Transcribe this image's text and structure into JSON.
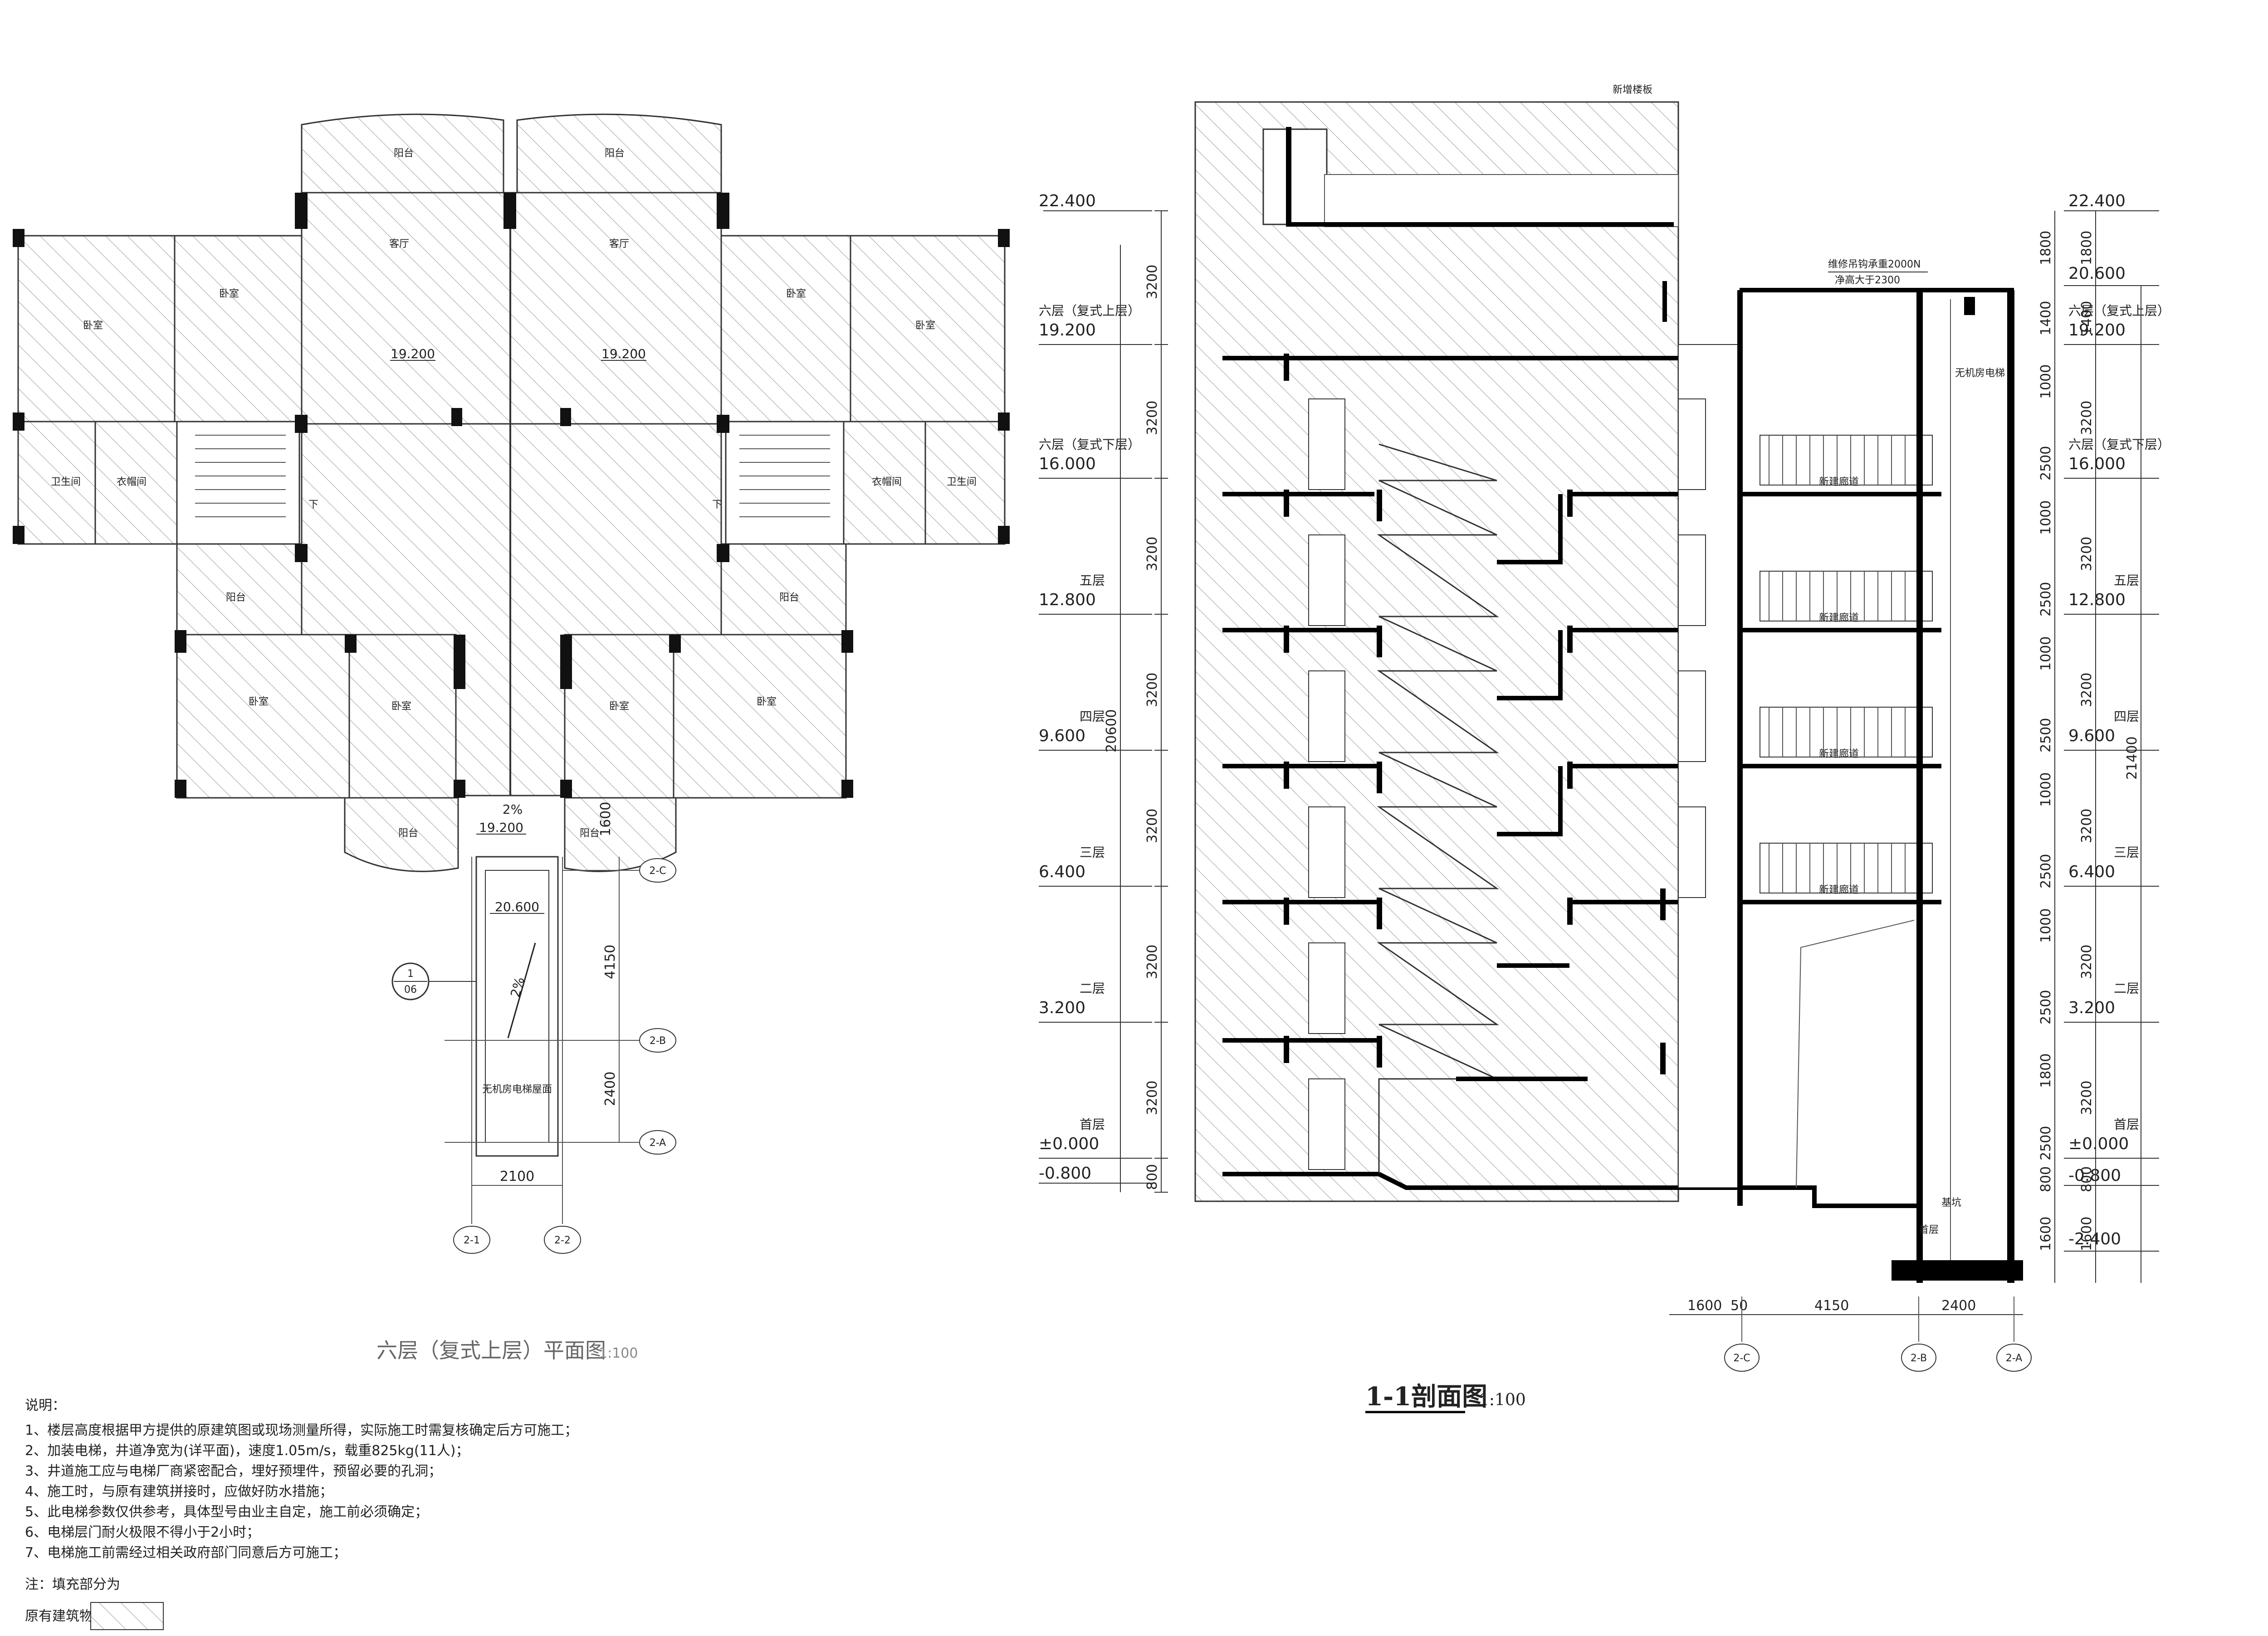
{
  "plan": {
    "title": "六层（复式上层）平面图",
    "scale": "1:100",
    "rooms": {
      "balcony": "阳台",
      "living": "客厅",
      "bedroom": "卧室",
      "bath": "卫生间",
      "closet": "衣帽间"
    },
    "elev": "19.200",
    "elev_roof": "20.600",
    "slope": "2%",
    "down": "下",
    "shaft_roof": "无机房电梯屋面",
    "ref_num": "1",
    "ref_sheet": "06",
    "dims": {
      "d1": "1600",
      "d2": "4150",
      "d3": "2400",
      "d4": "2100"
    },
    "axes": {
      "c": "2-C",
      "b": "2-B",
      "a": "2-A",
      "n1": "2-1",
      "n2": "2-2"
    }
  },
  "section": {
    "title": "1-1剖面图",
    "scale": "1:100",
    "new_slab": "新增楼板",
    "machine_load": "维修吊钩承重2000N",
    "clear_height": "净高大于2300",
    "machineless": "无机房电梯",
    "new_corridor": "新建廊道",
    "pit": "基坑",
    "pit2": "首层",
    "levels": [
      {
        "label": "",
        "value": "22.400"
      },
      {
        "label": "六层（复式上层）",
        "value": "19.200"
      },
      {
        "label": "六层（复式下层）",
        "value": "16.000"
      },
      {
        "label": "五层",
        "value": "12.800"
      },
      {
        "label": "四层",
        "value": "9.600"
      },
      {
        "label": "三层",
        "value": "6.400"
      },
      {
        "label": "二层",
        "value": "3.200"
      },
      {
        "label": "首层",
        "value": "±0.000"
      },
      {
        "label": "",
        "value": "-0.800"
      }
    ],
    "right_levels": [
      {
        "label": "",
        "value": "22.400"
      },
      {
        "label": "",
        "value": "20.600"
      },
      {
        "label": "六层（复式上层）",
        "value": "19.200"
      },
      {
        "label": "六层（复式下层）",
        "value": "16.000"
      },
      {
        "label": "五层",
        "value": "12.800"
      },
      {
        "label": "四层",
        "value": "9.600"
      },
      {
        "label": "三层",
        "value": "6.400"
      },
      {
        "label": "二层",
        "value": "3.200"
      },
      {
        "label": "首层",
        "value": "±0.000"
      },
      {
        "label": "",
        "value": "-0.800"
      },
      {
        "label": "",
        "value": "-2.400"
      }
    ],
    "left_dims": [
      "3200",
      "3200",
      "3200",
      "3200",
      "3200",
      "3200",
      "3200",
      "800"
    ],
    "left_total": "20600",
    "right_dims1": [
      "1800",
      "1400",
      "1000",
      "2500",
      "1000",
      "2500",
      "1000",
      "2500",
      "1000",
      "2500",
      "1000",
      "2500",
      "1800",
      "2500",
      "800",
      "1600"
    ],
    "right_dims2": [
      "1800",
      "1400",
      "3200",
      "3200",
      "3200",
      "3200",
      "3200",
      "3200",
      "800",
      "1600"
    ],
    "right_total": "21400",
    "bottom_dims": [
      "1600",
      "50",
      "4150",
      "2400"
    ],
    "axes": {
      "c": "2-C",
      "b": "2-B",
      "a": "2-A"
    }
  },
  "notes": {
    "heading": "说明：",
    "items": [
      "1、楼层高度根据甲方提供的原建筑图或现场测量所得，实际施工时需复核确定后方可施工；",
      "2、加装电梯，井道净宽为(详平面)，速度1.05m/s，载重825kg(11人)；",
      "3、井道施工应与电梯厂商紧密配合，埋好预埋件，预留必要的孔洞；",
      "4、施工时，与原有建筑拼接时，应做好防水措施；",
      "5、此电梯参数仅供参考，具体型号由业主自定，施工前必须确定；",
      "6、电梯层门耐火极限不得小于2小时；",
      "7、电梯施工前需经过相关政府部门同意后方可施工；"
    ],
    "legend_note": "注：填充部分为",
    "legend_label": "原有建筑物"
  }
}
